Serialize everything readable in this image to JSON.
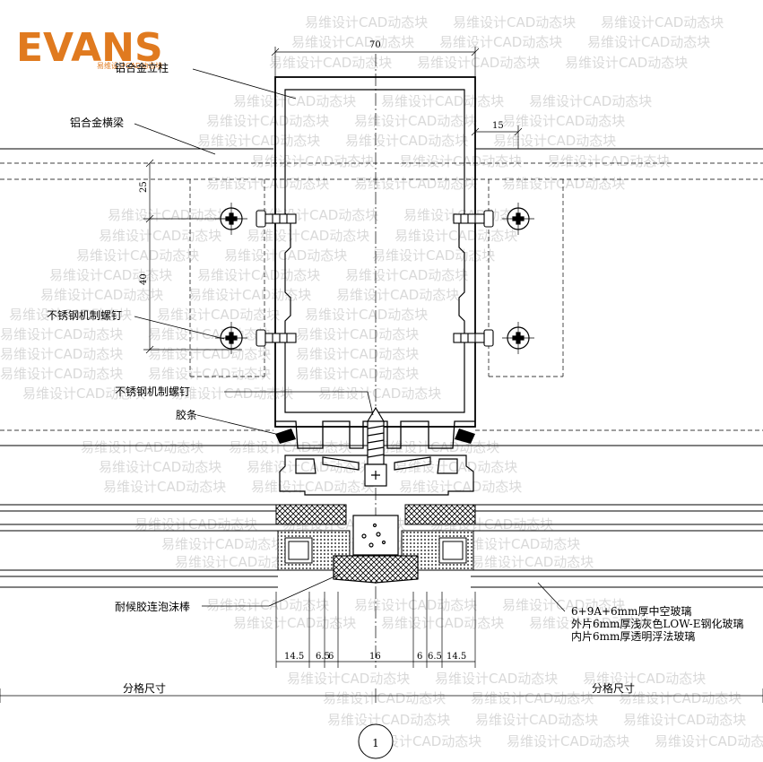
{
  "logo": {
    "brand": "EVANS",
    "tagline": "易维设计CAD动态块"
  },
  "watermark": {
    "text": "易维设计CAD动态块"
  },
  "labels": {
    "mullion": "铝合金立柱",
    "transom": "铝合金横梁",
    "screw_top": "不锈钢机制螺钉",
    "screw_bottom": "不锈钢机制螺钉",
    "gasket": "胶条",
    "foam_rod": "耐候胶连泡沫棒",
    "glass_line1": "6+9A+6mm厚中空玻璃",
    "glass_line2": "外片6mm厚浅灰色LOW-E钢化玻璃",
    "glass_line3": "内片6mm厚透明浮法玻璃",
    "grid_left": "分格尺寸",
    "grid_right": "分格尺寸",
    "detail_number": "1"
  },
  "dimensions": {
    "width_70": "70",
    "offset_15": "15",
    "v_25": "25",
    "v_40": "40",
    "bottom": [
      "14.5",
      "6.5",
      "6",
      "16",
      "6",
      "6.5",
      "14.5"
    ]
  },
  "colors": {
    "line": "#000000",
    "watermark": "#d9d9d9",
    "logo": "#e07a1f"
  }
}
